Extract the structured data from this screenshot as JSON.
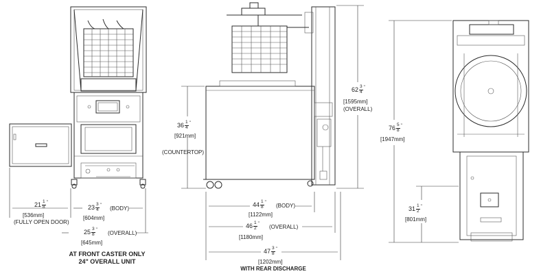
{
  "dimensions": {
    "open_door": {
      "value": "21",
      "num": "1",
      "den": "8",
      "mark": "\"",
      "metric": "[536mm]",
      "label": "(FULLY OPEN DOOR)"
    },
    "body_width": {
      "value": "23",
      "num": "3",
      "den": "4",
      "mark": "\"",
      "label": "(BODY)",
      "metric": "[604mm]"
    },
    "overall_width": {
      "value": "25",
      "num": "3",
      "den": "8",
      "mark": "\"",
      "label": "(OVERALL)",
      "metric": "[645mm]"
    },
    "countertop_height": {
      "value": "36",
      "num": "1",
      "den": "4",
      "mark": "\"",
      "metric": "[921mm]",
      "label": "(COUNTERTOP)"
    },
    "side_height_overall": {
      "value": "62",
      "num": "3",
      "den": "4",
      "mark": "\"",
      "metric": "[1595mm]",
      "label": "(OVERALL)"
    },
    "body_depth": {
      "value": "44",
      "num": "1",
      "den": "8",
      "mark": "\"",
      "label": "(BODY)",
      "metric": "[1122mm]"
    },
    "overall_depth": {
      "value": "46",
      "num": "1",
      "den": "2",
      "mark": "\"",
      "label": "(OVERALL)",
      "metric": "[1180mm]"
    },
    "rear_discharge_depth": {
      "value": "47",
      "num": "3",
      "den": "8",
      "mark": "\"",
      "metric": "[1202mm]",
      "label": "WITH REAR DISCHARGE"
    },
    "rear_height_overall": {
      "value": "76",
      "num": "5",
      "den": "8",
      "mark": "\"",
      "metric": "[1947mm]"
    },
    "rear_low_height": {
      "value": "31",
      "num": "1",
      "den": "2",
      "mark": "\"",
      "metric": "[801mm]"
    }
  },
  "notes": {
    "caster_line1": "AT FRONT CASTER ONLY",
    "caster_line2": "24\" OVERALL UNIT"
  }
}
